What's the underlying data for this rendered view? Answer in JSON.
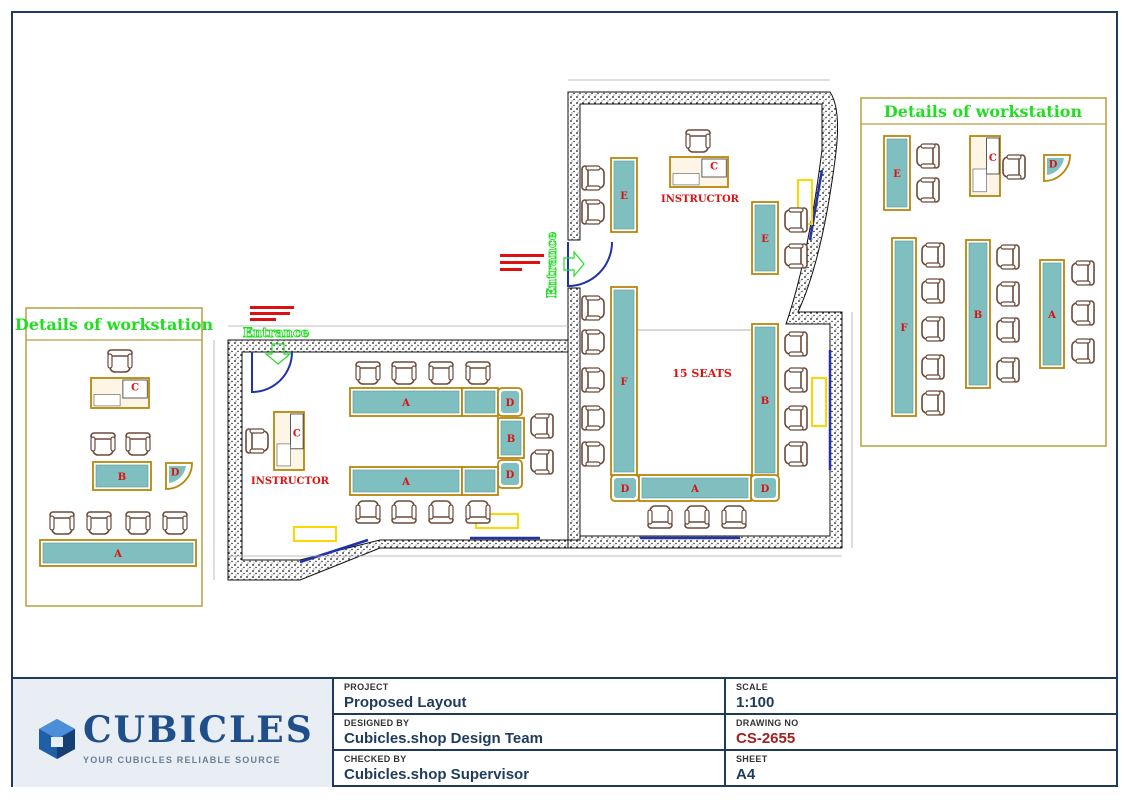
{
  "titles": {
    "detail_left": "Details of workstation",
    "detail_right": "Details of workstation",
    "entrance_left": "Entrance",
    "entrance_right": "Entrance",
    "instructor_left": "INSTRUCTOR",
    "instructor_right": "INSTRUCTOR",
    "seats": "15 SEATS"
  },
  "labels": {
    "A": "A",
    "B": "B",
    "C": "C",
    "D": "D",
    "E": "E",
    "F": "F"
  },
  "title_block": {
    "brand": "CUBICLES",
    "tagline": "YOUR CUBICLES RELIABLE SOURCE",
    "project_label": "PROJECT",
    "project": "Proposed Layout",
    "scale_label": "SCALE",
    "scale": "1:100",
    "designed_label": "DESIGNED BY",
    "designed": "Cubicles.shop Design Team",
    "drawing_label": "DRAWING NO",
    "drawing": "CS-2655",
    "checked_label": "CHECKED BY",
    "checked": "Cubicles.shop Supervisor",
    "sheet_label": "SHEET",
    "sheet": "A4"
  },
  "colors": {
    "frame": "#1f3b5c",
    "green_text": "#22dd22",
    "red_text": "#dd1111",
    "desk_fill": "#7fbfbf",
    "desk_edge": "#b8860b",
    "chair": "#6b4a3a",
    "wall": "#111111",
    "yellow": "#ffd700",
    "dim_blue": "#2222cc"
  }
}
